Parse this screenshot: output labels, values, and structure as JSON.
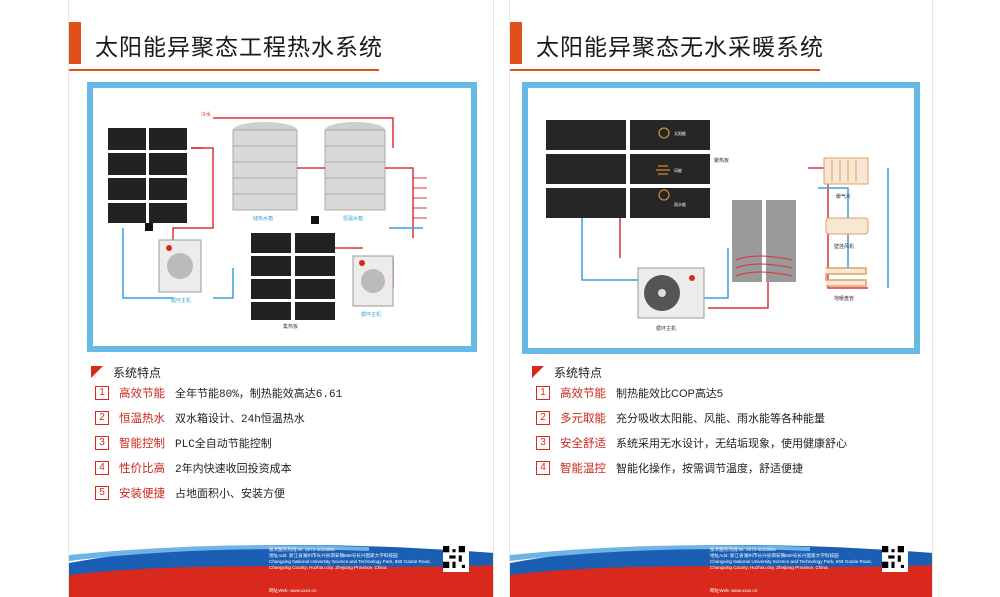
{
  "left": {
    "title": "太阳能异聚态工程热水系统",
    "diagram": {
      "water_in": "冷水",
      "tank1": "储热水箱",
      "tank2": "恒温水箱",
      "host1": "循环主机",
      "host2": "循环主机",
      "panel_group": "集热板"
    },
    "features_title": "系统特点",
    "features": [
      {
        "num": "1",
        "name": "高效节能",
        "desc": "全年节能80%，制热能效高达6.61"
      },
      {
        "num": "2",
        "name": "恒温热水",
        "desc": "双水箱设计、24h恒温热水"
      },
      {
        "num": "3",
        "name": "智能控制",
        "desc": "PLC全自动节能控制"
      },
      {
        "num": "4",
        "name": "性价比高",
        "desc": "2年内快速收回投资成本"
      },
      {
        "num": "5",
        "name": "安装便捷",
        "desc": "占地面积小、安装方便"
      }
    ],
    "footer": {
      "line1": "技术服务热线Tel: 0573-4033955",
      "line2": "地址Add: 浙江省湖州市长兴县泗安镇669号长兴国家大学科技园",
      "line3": "Changxing National University Science and Technology Park, 669 Gaotie Road, Changxing County, Huzhou city, Zhejiang Province, China",
      "website": "网址Web: www.xxxx.cn"
    }
  },
  "right": {
    "title": "太阳能异聚态无水采暖系统",
    "diagram": {
      "panel_label": "聚热板",
      "icon_sun": "太阳能",
      "icon_wind": "风能",
      "icon_rain": "雨水能",
      "radiator": "暖气片",
      "wall_unit": "壁挂风机",
      "floor_heat": "地暖盘管",
      "host": "循环主机"
    },
    "features_title": "系统特点",
    "features": [
      {
        "num": "1",
        "name": "高效节能",
        "desc": "制热能效比COP高达5"
      },
      {
        "num": "2",
        "name": "多元取能",
        "desc": "充分吸收太阳能、风能、雨水能等各种能量"
      },
      {
        "num": "3",
        "name": "安全舒适",
        "desc": "系统采用无水设计，无结垢现象，使用健康舒心"
      },
      {
        "num": "4",
        "name": "智能温控",
        "desc": "智能化操作，按需调节温度，舒适便捷"
      }
    ],
    "footer": {
      "line1": "技术服务热线Tel: 0573-4033955",
      "line2": "地址Add: 浙江省湖州市长兴县泗安镇669号长兴国家大学科技园",
      "line3": "Changxing National University Science and Technology Park, 669 Gaotie Road, Changxing County, Huzhou city, Zhejiang Province, China",
      "website": "网址Web: www.xxxx.cn"
    }
  },
  "colors": {
    "accent_orange": "#e0501a",
    "accent_red": "#d9281c",
    "frame_blue": "#67b9e6",
    "footer_blue": "#1a5fb4"
  }
}
